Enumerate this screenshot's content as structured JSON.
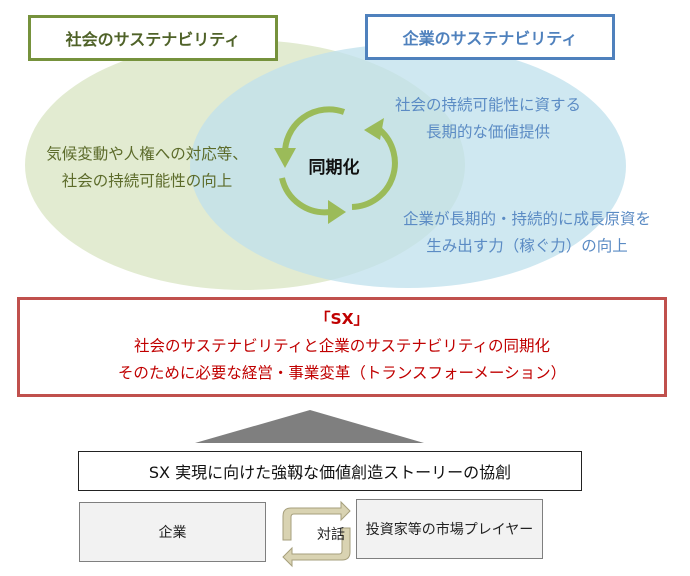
{
  "colors": {
    "society_green": "#76923c",
    "society_fill": "#e2ebd1",
    "company_blue": "#4f81bd",
    "company_fill": "#c8e3ee",
    "cycle_green": "#9bbb59",
    "sx_red": "#c0504d",
    "dialogue_arrow": "#d9d3b2",
    "arrow_gray": "#808080"
  },
  "society": {
    "title": "社会のサステナビリティ",
    "text_lines": [
      "気候変動や人権への対応等、",
      "社会の持続可能性の向上"
    ]
  },
  "company": {
    "title": "企業のサステナビリティ",
    "text_top_lines": [
      "社会の持続可能性に資する",
      "長期的な価値提供"
    ],
    "text_bottom_lines": [
      "企業が長期的・持続的に成長原資を",
      "生み出す力（稼ぐ力）の向上"
    ]
  },
  "center": {
    "label": "同期化",
    "icon": "cycle-arrows-icon"
  },
  "sx": {
    "heading": "「SX」",
    "lines": [
      "社会のサステナビリティと企業のサステナビリティの同期化",
      "そのために必要な経営・事業変革（トランスフォーメーション）"
    ]
  },
  "foundation": {
    "story": "SX 実現に向けた強靱な価値創造ストーリーの協創",
    "left_party": "企業",
    "dialogue": "対話",
    "right_party": "投資家等の市場プレイヤー",
    "dialogue_icon": "exchange-arrows-icon",
    "roof_icon": "triangle-arrow-icon"
  }
}
